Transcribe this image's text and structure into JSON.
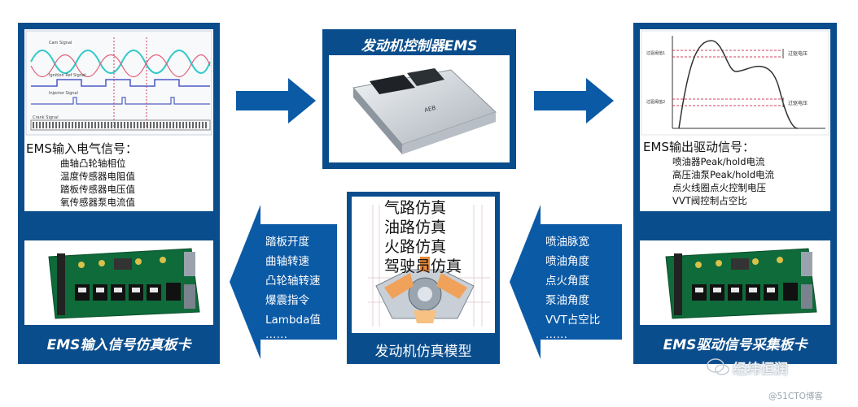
{
  "top_center": {
    "title": "发动机控制器EMS"
  },
  "left_panel": {
    "title": "EMS输入电气信号：",
    "items": [
      "曲轴凸轮轴相位",
      "温度传感器电阻值",
      "踏板传感器电压值",
      "氧传感器泵电流值"
    ],
    "caption": "EMS输入信号仿真板卡"
  },
  "right_panel": {
    "title": "EMS输出驱动信号：",
    "items": [
      "喷油器Peak/hold电流",
      "高压油泵Peak/hold电流",
      "点火线圈点火控制电压",
      "VVT阀控制占空比"
    ],
    "caption": "EMS驱动信号采集板卡"
  },
  "center_model": {
    "items": [
      "气路仿真",
      "油路仿真",
      "火路仿真",
      "驾驶员仿真"
    ],
    "caption": "发动机仿真模型"
  },
  "left_arrow_list": [
    "踏板开度",
    "曲轴转速",
    "凸轮轴转速",
    "爆震指令",
    "Lambda值",
    "……"
  ],
  "right_arrow_list": [
    "喷油脉宽",
    "喷油角度",
    "点火角度",
    "泵油角度",
    "VVT占空比",
    "……"
  ],
  "waveform_left": {
    "labels": [
      "Crank Signal",
      "Ignition Ref Signal",
      "Injector Signal",
      "Cam Signal"
    ]
  },
  "waveform_right": {
    "labels": [
      "过驱电压",
      "过驱电压",
      "过驱阈值1",
      "过驱阈值2"
    ]
  },
  "watermark": {
    "logo": "经纬恒润",
    "site": "@51CTO博客"
  },
  "colors": {
    "panel_blue": "#0a4d8c",
    "arrow_blue": "#0b5aa6"
  }
}
